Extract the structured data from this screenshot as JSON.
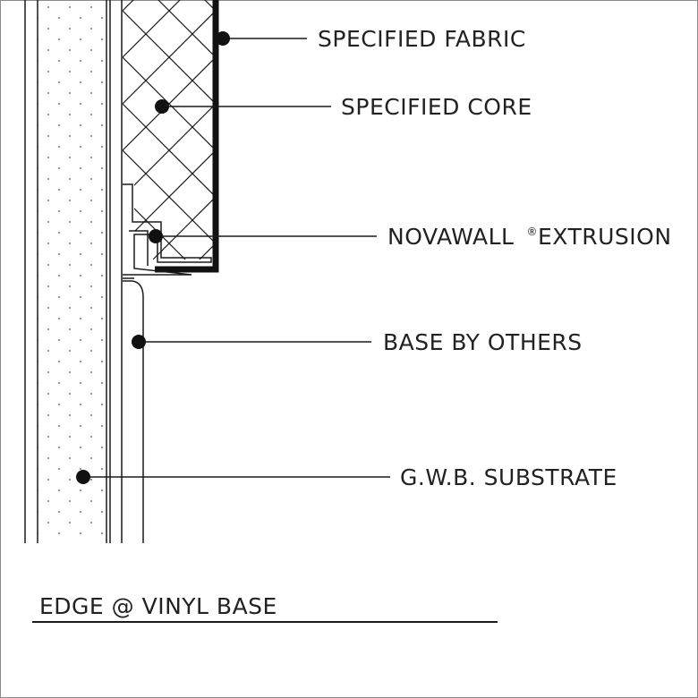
{
  "callouts": {
    "fabric": "SPECIFIED FABRIC",
    "core": "SPECIFIED CORE",
    "extrusion_name": "NOVAWALL",
    "extrusion_mark": "®",
    "extrusion_word": "EXTRUSION",
    "base": "BASE BY OTHERS",
    "substrate": "G.W.B. SUBSTRATE"
  },
  "detail_title": "EDGE @ VINYL BASE",
  "colors": {
    "line": "#1a1a1a",
    "frame": "#8a8a8a",
    "dot_pattern": "#7a7a7a"
  }
}
